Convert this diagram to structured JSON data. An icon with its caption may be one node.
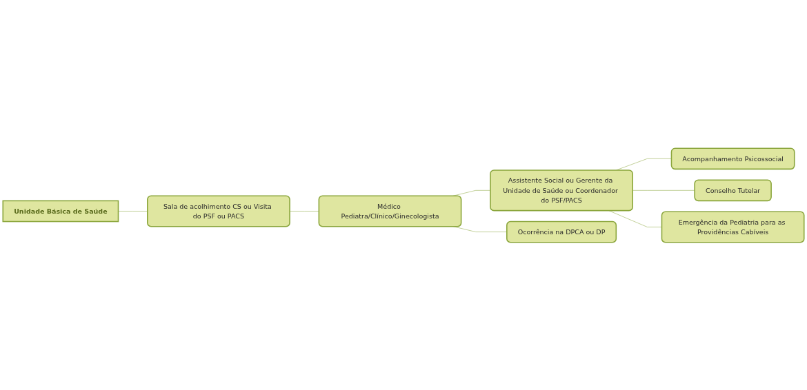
{
  "diagram": {
    "nodes": [
      {
        "text": [
          "Unidade Básica de Saúde"
        ]
      },
      {
        "text": [
          "Sala de acolhimento CS ou Visita do PSF ou PACS"
        ]
      },
      {
        "text": [
          "Médico Pediatra/Clínico/Ginecologista"
        ]
      },
      {
        "text": [
          "Assistente Social ou Gerente da Unidade de Saúde ou Coordenador do PSF/PACS"
        ]
      },
      {
        "text": [
          "Acompanhamento Psicossocial"
        ]
      },
      {
        "text": [
          "Ocorrência na DPCA ou DP"
        ]
      },
      {
        "text": [
          "Conselho Tutelar"
        ]
      },
      {
        "text": [
          "Emergência da Pediatria para as Providências Cabíveis"
        ]
      }
    ],
    "edges": [
      {
        "from": 0,
        "to": 1,
        "arrow": "none"
      },
      {
        "from": 1,
        "to": 2,
        "arrow": "none"
      },
      {
        "from": 2,
        "to": 3,
        "arrow": "none"
      },
      {
        "from": 3,
        "to": 4,
        "arrow": "none"
      },
      {
        "from": 2,
        "to": 5,
        "arrow": "none"
      },
      {
        "from": 3,
        "to": 6,
        "arrow": "none"
      },
      {
        "from": 3,
        "to": 7,
        "arrow": "none"
      }
    ]
  }
}
